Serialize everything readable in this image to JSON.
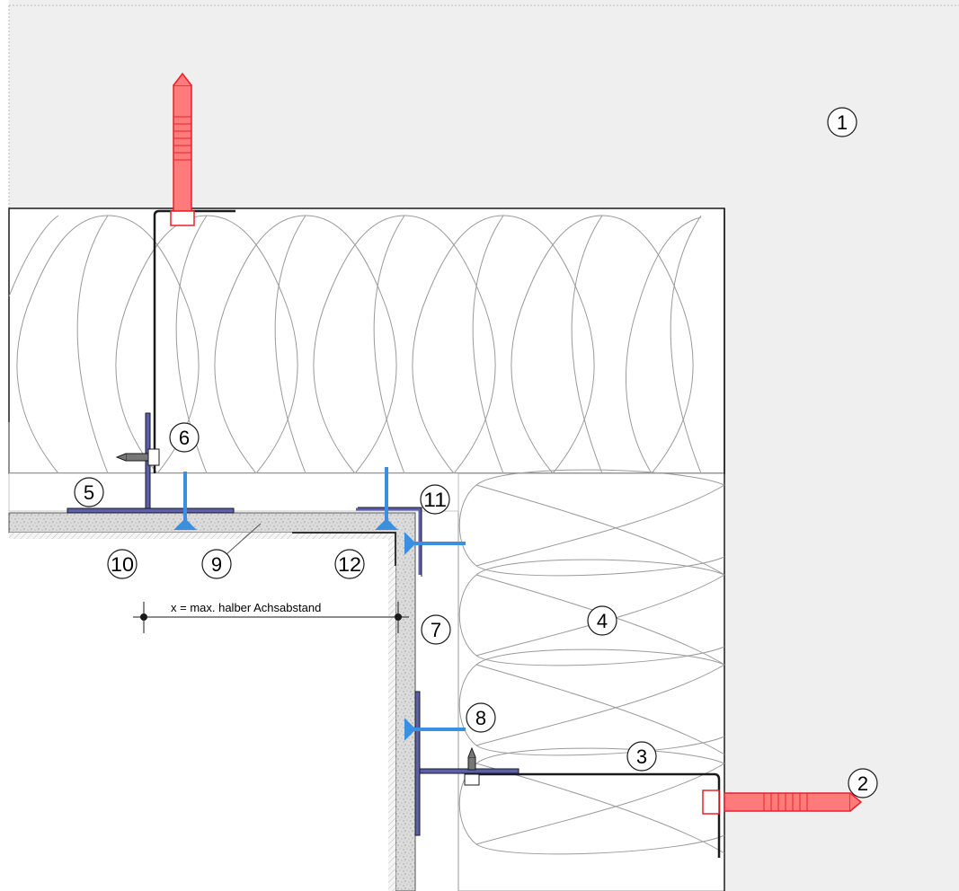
{
  "callouts": [
    {
      "id": "1",
      "label": "1"
    },
    {
      "id": "2",
      "label": "2"
    },
    {
      "id": "3",
      "label": "3"
    },
    {
      "id": "4",
      "label": "4"
    },
    {
      "id": "5",
      "label": "5"
    },
    {
      "id": "6",
      "label": "6"
    },
    {
      "id": "7",
      "label": "7"
    },
    {
      "id": "8",
      "label": "8"
    },
    {
      "id": "9",
      "label": "9"
    },
    {
      "id": "10",
      "label": "10"
    },
    {
      "id": "11",
      "label": "11"
    },
    {
      "id": "12",
      "label": "12"
    }
  ],
  "dimension": {
    "label": "x = max. halber Achsabstand"
  },
  "colors": {
    "wall": "#efefef",
    "insulation_line": "#9a9a9a",
    "anchor": "#e8202a",
    "screw": "#3a8fe0",
    "profile": "#5a5fb0",
    "panel": "#d9d9d9",
    "line": "#1a1a1a"
  }
}
